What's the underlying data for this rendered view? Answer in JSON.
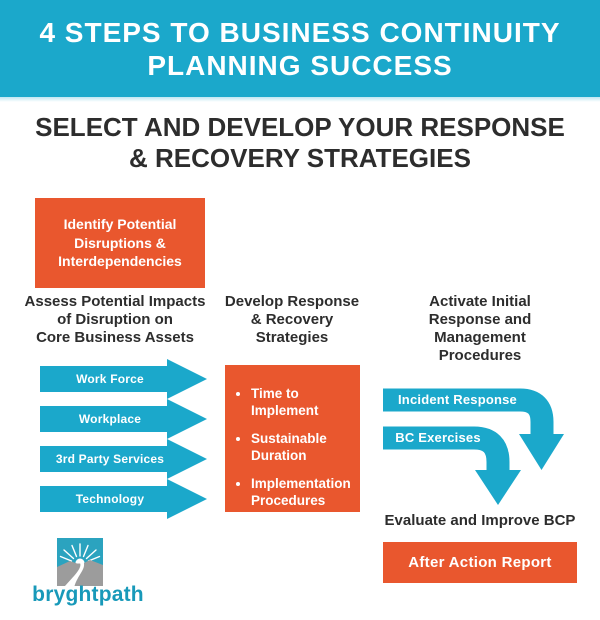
{
  "colors": {
    "teal": "#1BA8CB",
    "orange": "#E9572E",
    "dark_text": "#2d2d2d",
    "logo_teal": "#1899B9",
    "logo_gray": "#9C9C9C"
  },
  "banner": {
    "title": "4 STEPS TO BUSINESS CONTINUITY\nPLANNING SUCCESS"
  },
  "subtitle": "SELECT AND DEVELOP YOUR RESPONSE\n& RECOVERY STRATEGIES",
  "step_identify": {
    "label": "Identify Potential\nDisruptions &\nInterdependencies"
  },
  "columns": {
    "assess": {
      "heading": "Assess Potential Impacts\nof Disruption on\nCore Business Assets",
      "arrows": [
        "Work Force",
        "Workplace",
        "3rd Party Services",
        "Technology"
      ]
    },
    "develop": {
      "heading": "Develop Response\n& Recovery\nStrategies",
      "items": [
        "Time to Implement",
        "Sustainable Duration",
        "Implementation Procedures"
      ]
    },
    "activate": {
      "heading": "Activate Initial\nResponse and\nManagement\nProcedures",
      "arrows": [
        "Incident Response",
        "BC Exercises"
      ]
    }
  },
  "evaluate": {
    "heading": "Evaluate and Improve BCP",
    "action_label": "After Action Report"
  },
  "logo": {
    "text": "bryghtpath",
    "icon": "sunrise-path-icon"
  }
}
